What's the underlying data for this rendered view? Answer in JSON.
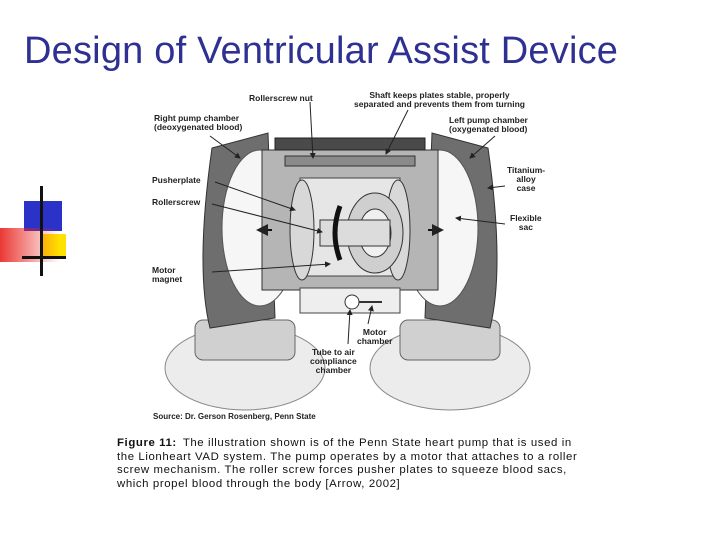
{
  "slide": {
    "title": "Design of Ventricular Assist Device"
  },
  "diagram": {
    "labels": {
      "rollerscrew_nut": "Rollerscrew nut",
      "shaft": "Shaft keeps plates stable, properly\nseparated and prevents them from turning",
      "right_chamber": "Right pump chamber\n(deoxygenated blood)",
      "left_chamber": "Left pump chamber\n(oxygenated blood)",
      "titanium_case": "Titanium-\nalloy\ncase",
      "pusherplate": "Pusherplate",
      "rollerscrew": "Rollerscrew",
      "flexible_sac": "Flexible\nsac",
      "motor_magnet": "Motor\nmagnet",
      "motor_chamber": "Motor\nchamber",
      "tube": "Tube to air\ncompliance\nchamber"
    },
    "source": "Source: Dr. Gerson Rosenberg, Penn State"
  },
  "caption": {
    "figure_number": "Figure 11:",
    "text": "The illustration shown is of the Penn State heart pump that is used in the Lionheart VAD system. The pump operates by a motor that attaches to a roller screw mechanism. The roller screw forces pusher plates to squeeze blood sacs, which propel blood through the body [Arrow, 2002]"
  },
  "colors": {
    "title": "#2e3192",
    "deco_blue": "#2b32c8",
    "deco_yellow": "#ffe100",
    "deco_red": "#e8231f"
  }
}
